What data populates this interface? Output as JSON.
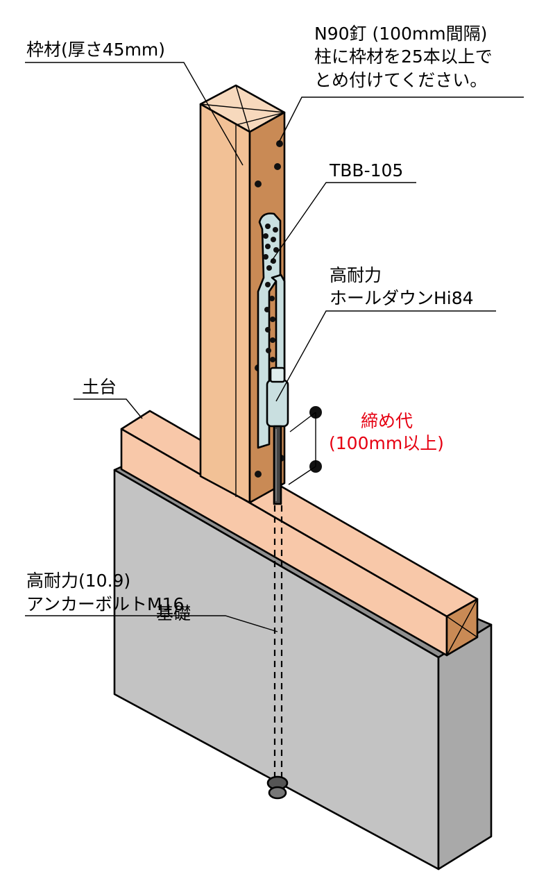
{
  "labels": {
    "frame_material": "枠材(厚さ45mm)",
    "nail_line1": "N90釘 (100mm間隔)",
    "nail_line2": "柱に枠材を25本以上で",
    "nail_line3": "とめ付けてください。",
    "bracket": "TBB-105",
    "holdown_line1": "高耐力",
    "holdown_line2": "ホールダウンHi84",
    "sill": "土台",
    "margin_line1": "締め代",
    "margin_line2": "(100mm以上)",
    "foundation": "基礎",
    "anchor_line1": "高耐力(10.9)",
    "anchor_line2": "アンカーボルトM16"
  },
  "colors": {
    "wood_face": "#f2c196",
    "wood_side": "#c98a55",
    "wood_top": "#f7d9bd",
    "sill_face": "#f8c8a9",
    "concrete_front": "#c3c3c3",
    "concrete_side": "#a9a9a9",
    "concrete_top": "#8f8f8f",
    "metal": "#c9dfe0",
    "annotation_red": "#e60012"
  }
}
